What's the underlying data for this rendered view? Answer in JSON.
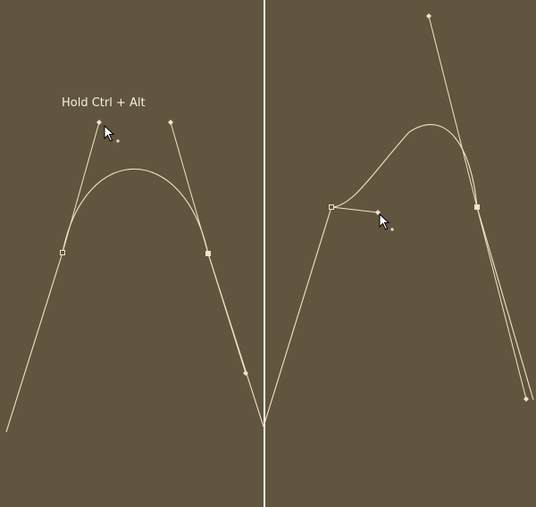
{
  "instruction": {
    "text": "Hold Ctrl + Alt"
  },
  "colors": {
    "background": "#62553f",
    "path_stroke": "#f1e4c6",
    "divider": "#ffffff",
    "cursor_fill": "#ffffff",
    "cursor_outline": "#000000"
  },
  "panels": [
    {
      "name": "left-panel",
      "cursor_icon": "arrow-add-anchor-cursor"
    },
    {
      "name": "right-panel",
      "cursor_icon": "arrow-add-anchor-cursor"
    }
  ]
}
